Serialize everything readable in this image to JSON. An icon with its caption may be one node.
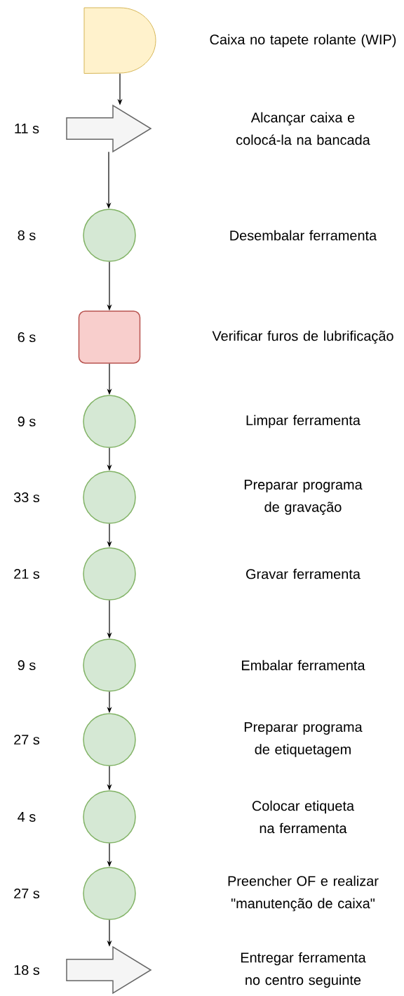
{
  "diagram": {
    "nodes": [
      {
        "text": [],
        "shape": "delay"
      },
      {
        "text": [],
        "shape": "arrow"
      },
      {
        "text": [],
        "shape": "circle"
      },
      {
        "text": [],
        "shape": "box"
      },
      {
        "text": [],
        "shape": "circle"
      },
      {
        "text": [],
        "shape": "circle"
      },
      {
        "text": [],
        "shape": "circle"
      },
      {
        "text": [],
        "shape": "circle"
      },
      {
        "text": [],
        "shape": "circle"
      },
      {
        "text": [],
        "shape": "circle"
      },
      {
        "text": [],
        "shape": "circle"
      },
      {
        "text": [],
        "shape": "arrow"
      }
    ],
    "edges": [
      {
        "from": 0,
        "to": 1,
        "arrow": "to"
      },
      {
        "from": 1,
        "to": 2,
        "arrow": "to"
      },
      {
        "from": 2,
        "to": 3,
        "arrow": "to"
      },
      {
        "from": 3,
        "to": 4,
        "arrow": "to"
      },
      {
        "from": 4,
        "to": 5,
        "arrow": "to"
      },
      {
        "from": 5,
        "to": 6,
        "arrow": "to"
      },
      {
        "from": 6,
        "to": 7,
        "arrow": "to"
      },
      {
        "from": 7,
        "to": 8,
        "arrow": "to"
      },
      {
        "from": 8,
        "to": 9,
        "arrow": "to"
      },
      {
        "from": 9,
        "to": 10,
        "arrow": "to"
      },
      {
        "from": 10,
        "to": 11,
        "arrow": "to"
      }
    ],
    "labels": [
      "Caixa no tapete rolante (WIP)",
      "11 s",
      "Alcançar caixa e colocá-la na bancada",
      "8 s",
      "Desembalar ferramenta",
      "6 s",
      "Verificar furos de lubrificação",
      "9 s",
      "Limpar ferramenta",
      "33 s",
      "Preparar programa de gravação",
      "21 s",
      "Gravar ferramenta",
      "9 s",
      "Embalar ferramenta",
      "27 s",
      "Preparar programa de etiquetagem",
      "4 s",
      "Colocar etiqueta na ferramenta",
      "27 s",
      "Preencher OF e realizar \"manutenção de caixa\"",
      "18 s",
      "Entregar ferramenta no centro seguinte"
    ]
  }
}
